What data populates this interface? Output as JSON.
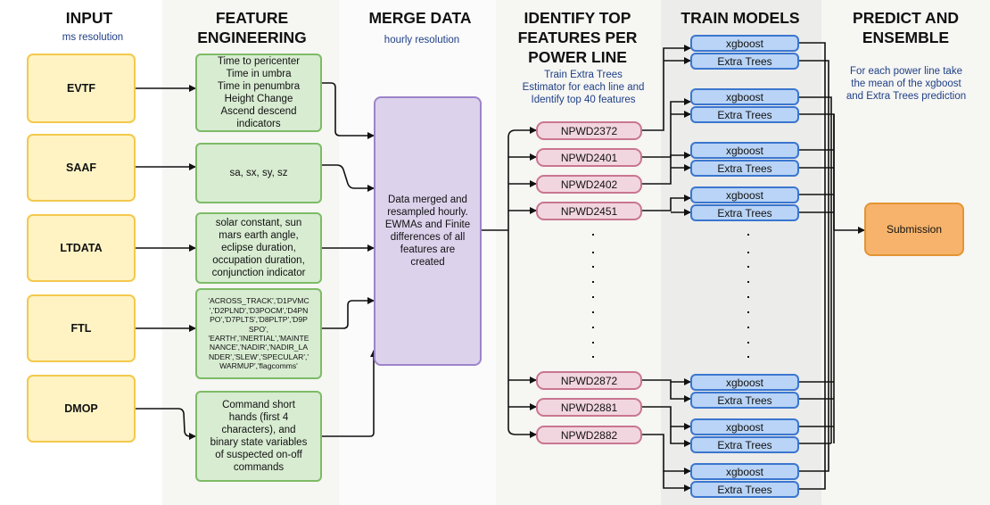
{
  "columns": [
    {
      "id": "input",
      "title": "INPUT",
      "subtitle": "ms resolution"
    },
    {
      "id": "feature",
      "title": "FEATURE\nENGINEERING",
      "subtitle": ""
    },
    {
      "id": "merge",
      "title": "MERGE DATA",
      "subtitle": "hourly resolution"
    },
    {
      "id": "identify",
      "title": "IDENTIFY TOP\nFEATURES PER\nPOWER LINE",
      "subtitle": "Train Extra Trees\nEstimator for each line and\nIdentify top 40 features"
    },
    {
      "id": "train",
      "title": "TRAIN MODELS",
      "subtitle": ""
    },
    {
      "id": "predict",
      "title": "PREDICT AND\nENSEMBLE",
      "subtitle": "For each power line take\nthe mean of the xgboost\nand Extra Trees prediction"
    }
  ],
  "inputs": [
    "EVTF",
    "SAAF",
    "LTDATA",
    "FTL",
    "DMOP"
  ],
  "features": [
    "Time to pericenter\nTime in umbra\nTime in penumbra\nHeight Change\nAscend descend\nindicators",
    "sa, sx, sy, sz",
    "solar constant, sun\nmars earth angle,\neclipse duration,\noccupation duration,\nconjunction indicator",
    "'ACROSS_TRACK','D1PVMC\n','D2PLND','D3POCM','D4PN\nPO','D7PLTS','D8PLTP','D9P\nSPO',\n'EARTH','INERTIAL','MAINTE\nNANCE','NADIR','NADIR_LA\nNDER','SLEW','SPECULAR','\nWARMUP','flagcomms'",
    "Command short\nhands (first 4\ncharacters), and\nbinary state variables\nof suspected  on-off\ncommands"
  ],
  "merge_text": "Data merged and\nresampled hourly.\nEWMAs and Finite\ndifferences of all\nfeatures are\ncreated",
  "power_lines_top": [
    "NPWD2372",
    "NPWD2401",
    "NPWD2402",
    "NPWD2451"
  ],
  "power_lines_bottom": [
    "NPWD2872",
    "NPWD2881",
    "NPWD2882"
  ],
  "models": [
    "xgboost",
    "Extra Trees"
  ],
  "submission": "Submission"
}
